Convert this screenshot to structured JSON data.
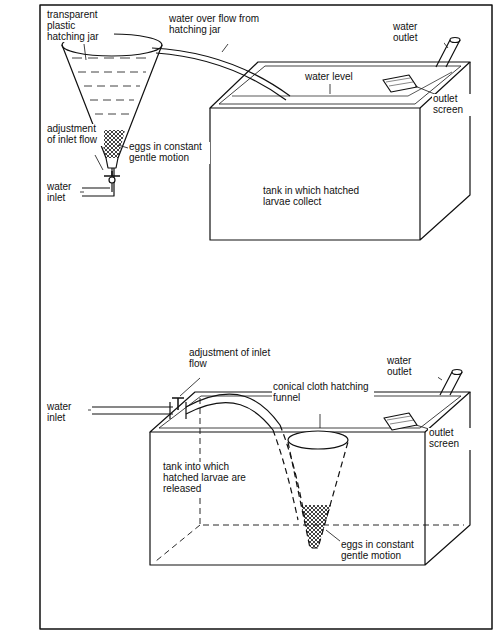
{
  "diagram": {
    "labels": [
      "transparent plastic hatching jar",
      "water over flow from hatching jar",
      "water outlet",
      "water level",
      "outlet screen",
      "adjustment of inlet flow",
      "eggs in constant gentle motion",
      "water inlet",
      "tank in which hatched larvae collect",
      "adjustment of inlet flow",
      "water inlet",
      "conical cloth hatching funnel",
      "water outlet",
      "outlet screen",
      "tank into which hatched larvae are released",
      "eggs in constant gentle motion"
    ]
  }
}
